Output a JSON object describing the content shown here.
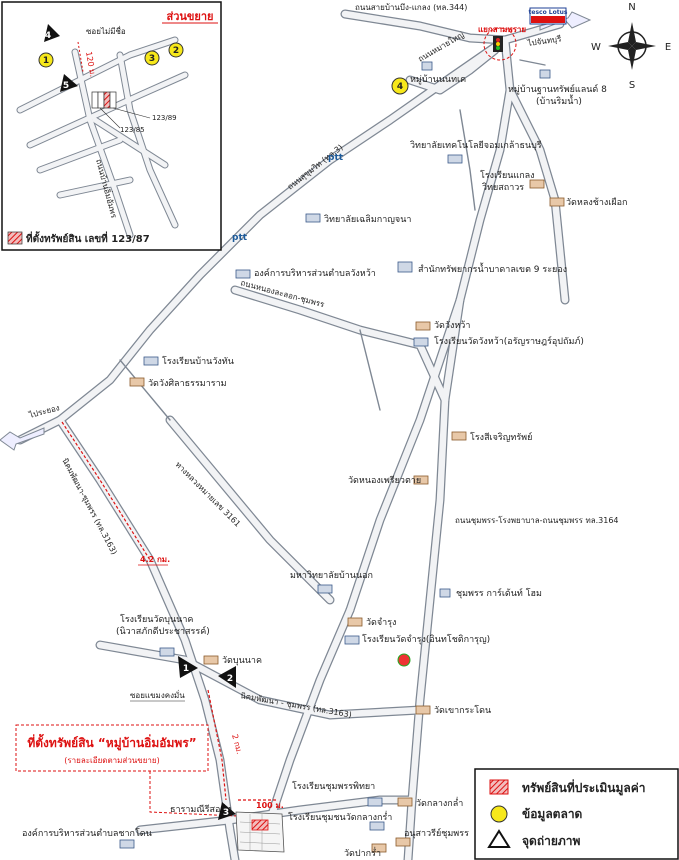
{
  "inset": {
    "title": "ส่วนขยาย",
    "soi_label": "ซอยไม่มีชื่อ",
    "distance": "120 ม.",
    "road_label": "ถนนบ้านอิ่มอัมพร",
    "lot_a": "123/89",
    "lot_b": "123/85",
    "legend": "ที่ตั้งทรัพย์สิน เลขที่ 123/87"
  },
  "compass": {
    "n": "N",
    "s": "S",
    "e": "E",
    "w": "W"
  },
  "roads": {
    "top_road": "ถนนสายบ้านบึง-แกลง (ทล.344)",
    "junction": "แยกสามพราย",
    "to_chonburi": "ไปจันทบุรี",
    "sukhumvit": "ถนนสุขุมวิท (ทล.3)",
    "sukhumvit_small": "ถนนหมายใหญ่",
    "nongwat_road": "ถนนหนองละลอก-ชุมพรร",
    "to_rayong": "ไประยอง",
    "nikom_road": "นิคมพัฒนา-ชุมพรร (ทล.3163)",
    "tl3161": "ทางหลวงหมายเลข 3161",
    "tl3164": "ถนนชุมพรร-โรงพยาบาล-ถนนชุมพรร ทล.3164",
    "nikom_road2": "นิคมพัฒนา - ชุมพรร (ทล.3163)",
    "soi_khaeng": "ซอยแขมงคงมั่น"
  },
  "places": {
    "village_nonsaeng": "หมู่บ้านนนทเค",
    "village_thanasap": "หมู่บ้านฐานทรัพย์แลนด์ 8",
    "village_thanasap2": "(บ้านริมน้ำ)",
    "tech_college": "วิทยาลัยเทคโนโลยีจอมเกล้าธนบุรี",
    "kaeng_school": "โรงเรียนแกลง",
    "kaeng_school2": "วิทยสถาวร",
    "wat_nongchang": "วัดหลงช้างเผือก",
    "college_charoen": "วิทยาลัยเฉลิมกาญจนา",
    "ptt1": "ptt",
    "ptt2": "ptt",
    "obt_wangwa": "องค์การบริหารส่วนตำบลวังหว้า",
    "water_office": "สำนักทรัพยากรน้ำบาดาลเขต 9 ระยอง",
    "wat_wangwa": "วัดวังหว้า",
    "school_wangwa": "โรงเรียนวัดวังหว้า(อรัญราษฎร์อุปถัมภ์)",
    "school_wangthan": "โรงเรียนบ้านวังทัน",
    "wat_wangsila": "วัดวังศิลาธรรมาราม",
    "wat_sichaiyo": "วัดหนองเพรียวตาย",
    "wat_sichaiyo2": "โรงสีเจริญทรัพย์",
    "univ_ban": "มหาวิทยาลัยบ้านนอก",
    "chumphon_garden": "ชุมพรร การ์เด้นท์ โฮม",
    "wat_charung": "วัดจำรุง",
    "school_charung": "โรงเรียนวัดจำรุง(อินทโชติการุญ)",
    "school_bunnak": "โรงเรียนวัดบุนนาค",
    "school_bunnak2": "(นิวาสภักดีประชาสรรค์)",
    "wat_bunnak": "วัดบุนนาค",
    "wat_khaokra": "วัดเขากระโดน",
    "school_chumphon": "โรงเรียนชุมพรรพิทยา",
    "wat_klangkam": "วัดกลางกล่ำ",
    "school_chumphon2": "โรงเรียนชุมชนวัดกลางกร่ำ",
    "wat_pakran": "วัดปากร่ำ",
    "anusawari": "อนุสาวรีย์ชุมพรร",
    "tharanmi": "ธารามณีรีสอร์ท",
    "obt_bottom": "องค์การบริหารส่วนตำบลชากโดน",
    "tesco": "tesco Lotus"
  },
  "distances": {
    "d42": "4.2 กม.",
    "d2": "2 กม.",
    "d100": "100 ม."
  },
  "property": {
    "title": "ที่ตั้งทรัพย์สิน “หมู่บ้านอิ่มอัมพร”",
    "subtitle": "(รายละเอียดตามส่วนขยาย)"
  },
  "markers": {
    "photo": [
      "1",
      "2",
      "3",
      "4",
      "5"
    ],
    "market": [
      "1",
      "2",
      "3",
      "4"
    ]
  },
  "legend": {
    "item1": "ทรัพย์สินที่ประเมินมูลค่า",
    "item2": "ข้อมูลตลาด",
    "item3": "จุดถ่ายภาพ"
  },
  "colors": {
    "red": "#d11111",
    "yellow": "#f7e81a",
    "road": "#7f8894",
    "road_fill": "#f2f3f5"
  }
}
